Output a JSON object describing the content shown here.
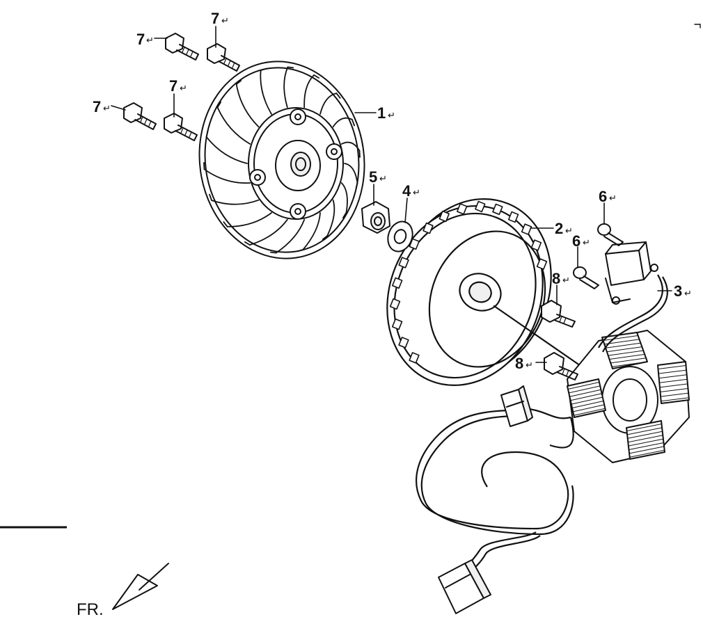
{
  "callouts": {
    "p1": "1",
    "p2": "2",
    "p3": "3",
    "p4": "4",
    "p5": "5",
    "p6a": "6",
    "p6b": "6",
    "p7a": "7",
    "p7b": "7",
    "p7c": "7",
    "p7d": "7",
    "p8a": "8",
    "p8b": "8"
  },
  "return_mark": "↵",
  "direction_label": "FR.",
  "colors": {
    "ink": "#111111",
    "paper": "#ffffff",
    "fill": "#f0f0f0"
  }
}
